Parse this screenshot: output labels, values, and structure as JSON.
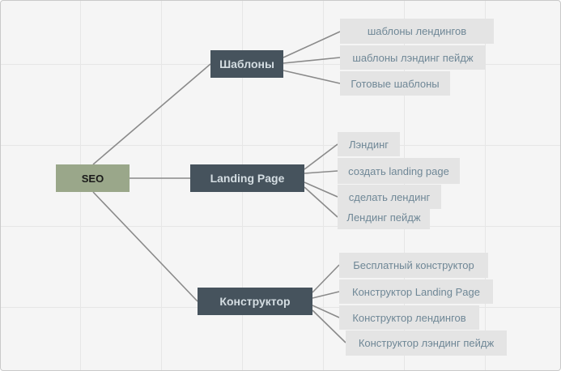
{
  "mindmap": {
    "root": {
      "label": "SEO"
    },
    "branches": [
      {
        "label": "Шаблоны",
        "leaves": [
          "шаблоны лендингов",
          "шаблоны лэндинг пейдж",
          "Готовые шаблоны"
        ]
      },
      {
        "label": "Landing Page",
        "leaves": [
          "Лэндинг",
          "создать landing page",
          "сделать лендинг",
          "Лендинг пейдж"
        ]
      },
      {
        "label": "Конструктор",
        "leaves": [
          "Бесплатный конструктор",
          "Конструктор Landing Page",
          "Конструктор лендингов",
          "Конструктор лэндинг пейдж"
        ]
      }
    ]
  },
  "colors": {
    "root_bg": "#9aa78a",
    "branch_bg": "#46535d",
    "branch_text": "#d4dde2",
    "leaf_bg": "#e4e4e4",
    "leaf_text": "#6f8796",
    "edge": "#8a8a8a"
  }
}
